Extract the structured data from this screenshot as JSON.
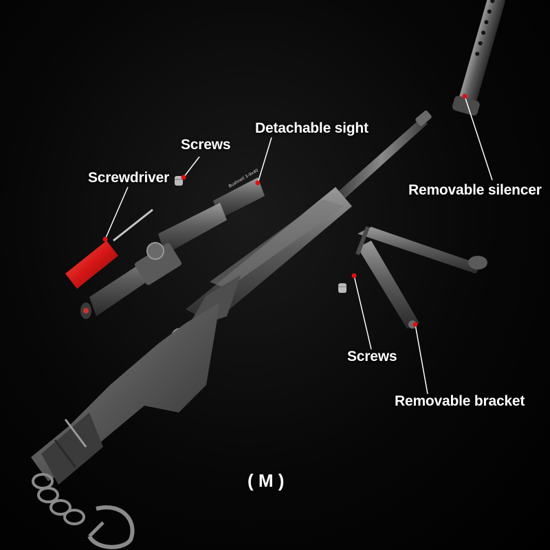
{
  "labels": {
    "detachable_sight": "Detachable sight",
    "screws_top": "Screws",
    "screwdriver": "Screwdriver",
    "removable_silencer": "Removable silencer",
    "screws_bottom": "Screws",
    "removable_bracket": "Removable bracket",
    "size": "( M )"
  },
  "scope_engraving": "Bushnell 3-9x40",
  "colors": {
    "background": "#000000",
    "label_text": "#ffffff",
    "leader_line": "#ffffff",
    "marker_dot": "#e01010",
    "metal": "#6e6e6e",
    "screwdriver_handle": "#d01515"
  }
}
